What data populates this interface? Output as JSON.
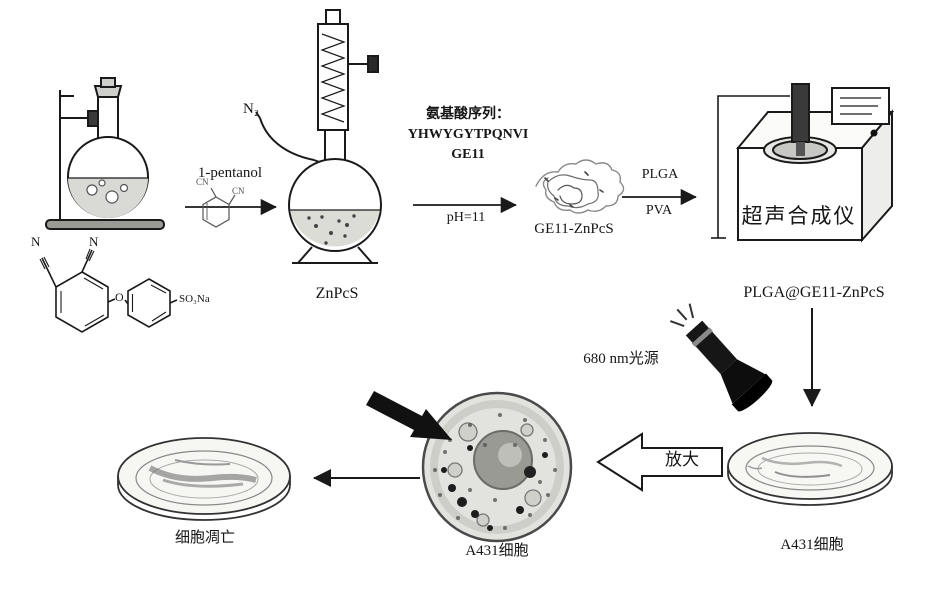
{
  "scheme": {
    "step1": {
      "n2": "N₂",
      "reagent": "1-pentanol",
      "product": "ZnPcS"
    },
    "structure": {
      "n_left": "N",
      "n_right": "N",
      "o": "O",
      "so3na": "SO₃Na",
      "cn_a": "CN",
      "cn_b": "CN"
    },
    "step2": {
      "seq_title": "氨基酸序列：",
      "seq": "YHWYGYTPQNVI",
      "seq_name": "GE11",
      "condition": "pH=11",
      "product": "GE11-ZnPcS"
    },
    "step3": {
      "above": "PLGA",
      "below": "PVA",
      "machine": "超声合成仪",
      "product": "PLGA@GE11-ZnPcS"
    },
    "assay": {
      "light": "680 nm光源",
      "dish_right": "A431细胞",
      "magnify": "放大",
      "cell": "A431细胞",
      "dish_left": "细胞凋亡"
    }
  }
}
